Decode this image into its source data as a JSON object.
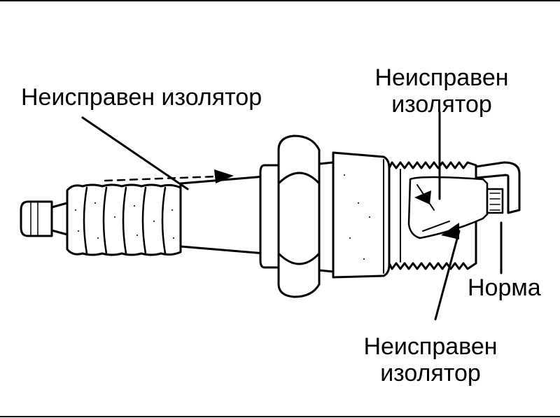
{
  "labels": {
    "insulator_left": "Неисправен изолятор",
    "insulator_top_line1": "Неисправен",
    "insulator_top_line2": "изолятор",
    "insulator_bottom_line1": "Неисправен",
    "insulator_bottom_line2": "изолятор",
    "normal": "Норма"
  },
  "colors": {
    "ink": "#000000",
    "paper": "#ffffff"
  }
}
